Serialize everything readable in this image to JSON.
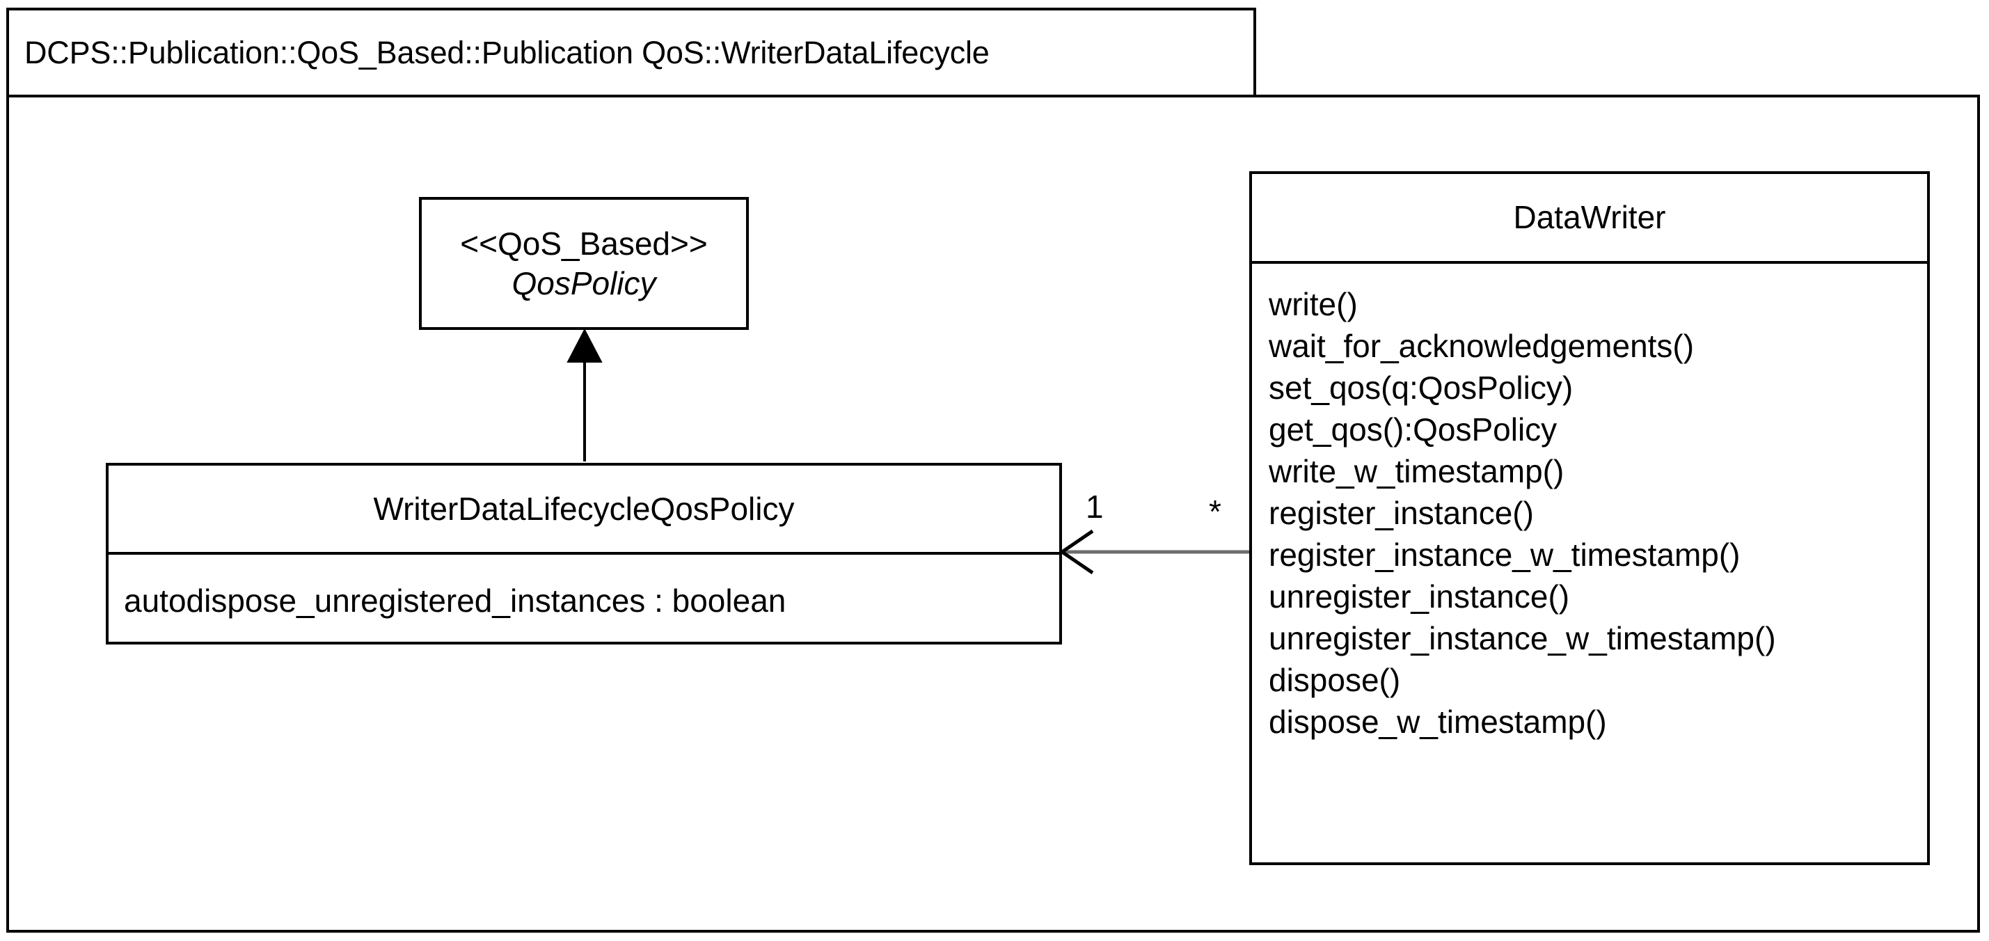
{
  "frame": {
    "title": "DCPS::Publication::QoS_Based::Publication QoS::WriterDataLifecycle"
  },
  "colors": {
    "stroke": "#000000",
    "background": "#ffffff",
    "association_line": "#6e6e6e"
  },
  "classes": {
    "qospolicy": {
      "stereotype": "<<QoS_Based>>",
      "name": "QosPolicy",
      "abstract": true
    },
    "writer_data_lifecycle_qos_policy": {
      "name": "WriterDataLifecycleQosPolicy",
      "attributes": [
        "autodispose_unregistered_instances : boolean"
      ]
    },
    "datawriter": {
      "name": "DataWriter",
      "operations": [
        "write()",
        "wait_for_acknowledgements()",
        "set_qos(q:QosPolicy)",
        "get_qos():QosPolicy",
        "write_w_timestamp()",
        "register_instance()",
        "register_instance_w_timestamp()",
        "unregister_instance()",
        "unregister_instance_w_timestamp()",
        "dispose()",
        "dispose_w_timestamp()"
      ]
    }
  },
  "relationships": {
    "generalization": {
      "source": "WriterDataLifecycleQosPolicy",
      "target": "QosPolicy",
      "arrow": "hollow-not-used-solid-triangle"
    },
    "association": {
      "source": "DataWriter",
      "target": "WriterDataLifecycleQosPolicy",
      "source_multiplicity": "*",
      "target_multiplicity": "1"
    }
  },
  "labels": {
    "multiplicity_one": "1",
    "multiplicity_many": "*"
  }
}
